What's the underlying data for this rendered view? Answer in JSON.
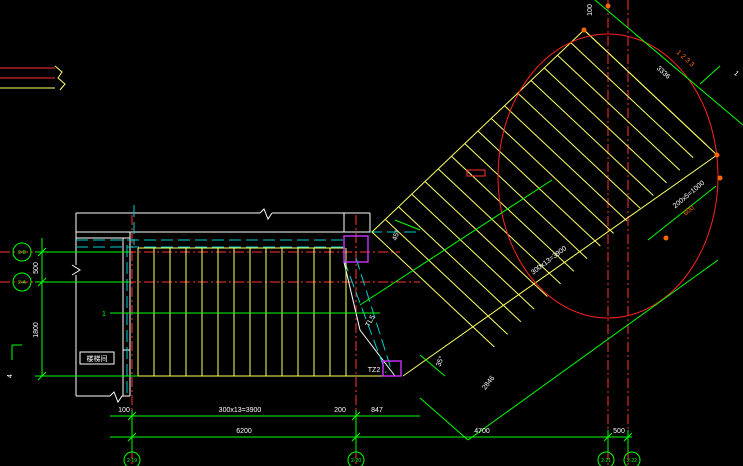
{
  "drawing": {
    "background": "#000000",
    "colors": {
      "wall": "#ffffff",
      "tread": "#ffff66",
      "dimension": "#00ff00",
      "axis": "#ff3333",
      "hidden": "#00cccc",
      "column": "#cc33ff",
      "circle": "#ff2222",
      "marker": "#ff6600"
    },
    "dimensions": {
      "left_500": "500",
      "left_1800": "1800",
      "bottom_100": "100",
      "treads_straight": "300x13=3900",
      "bottom_200": "200",
      "bottom_847": "847",
      "overall_6200": "6200",
      "overall_4700": "4700",
      "overall_500": "500",
      "top_100": "100",
      "flight_diag": "300x13=3900",
      "span_2846": "2846",
      "top_3336": "3336",
      "landing_diag": "200x5=1000",
      "width_600": "600",
      "angle_45": "45°",
      "angle_35": "35°",
      "short_1": "1",
      "short_4": "4",
      "top_1233": "1 2 3 3"
    },
    "labels": {
      "beam_tl5": "TL5",
      "column_tz2": "TZ2",
      "room_tag": "楼梯间",
      "mark_1": "1"
    },
    "axes": [
      {
        "id": "axis-2-B",
        "text": "2-B"
      },
      {
        "id": "axis-2-A",
        "text": "2-A"
      },
      {
        "id": "axis-2-19",
        "text": "2-19"
      },
      {
        "id": "axis-2-20",
        "text": "2-20"
      },
      {
        "id": "axis-2-21",
        "text": "2-21"
      },
      {
        "id": "axis-2-22",
        "text": "2-22"
      }
    ]
  }
}
